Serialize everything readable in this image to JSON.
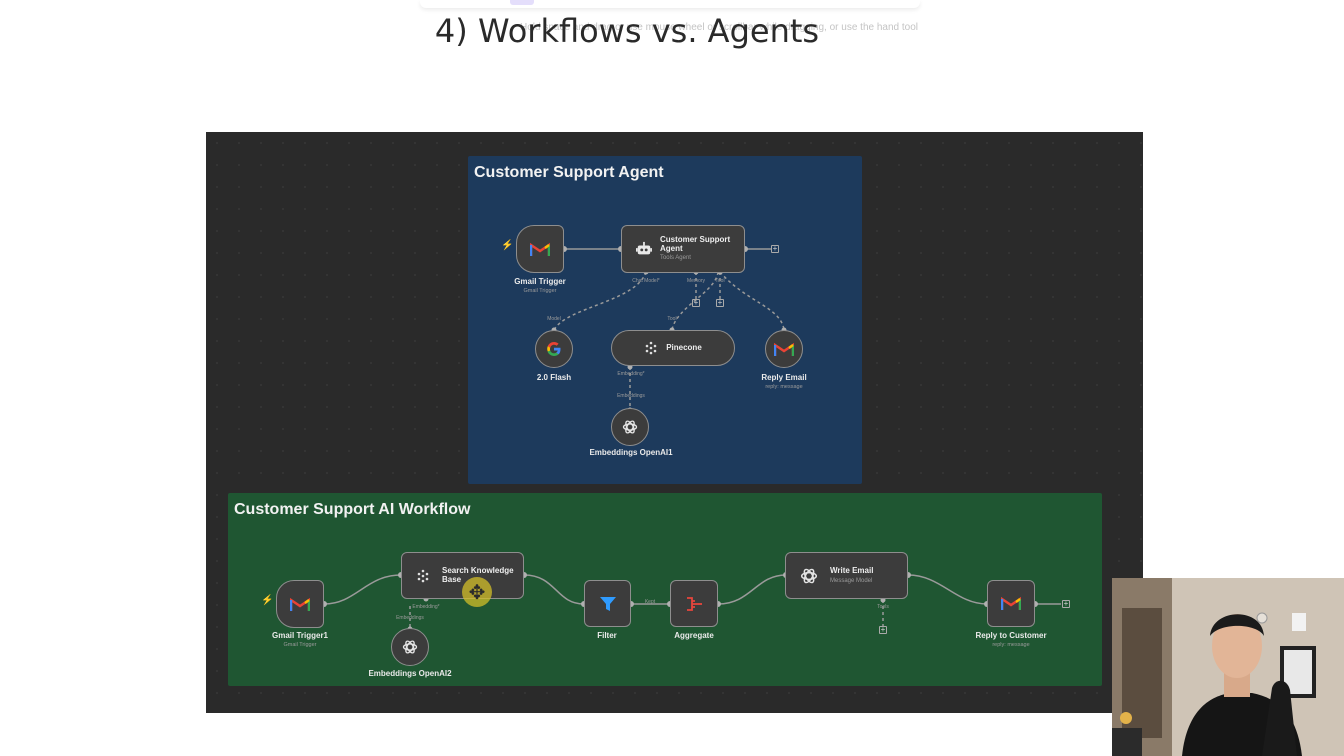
{
  "slide": {
    "title": "4) Workflows vs. Agents",
    "hint": "Hold space and drag or use mouse wheel or scrollbar while dragging, or use the hand tool"
  },
  "agent_group": {
    "title": "Customer Support Agent",
    "color": "#1d3a5c",
    "nodes": {
      "gmail_trigger": {
        "label": "Gmail Trigger",
        "sub": "Gmail Trigger"
      },
      "agent": {
        "title": "Customer Support Agent",
        "sub": "Tools Agent"
      },
      "chat_model_port": "Chat Model*",
      "memory_port": "Memory",
      "tool_port": "Tool",
      "model_tag": "Model",
      "tool_tag": "Tool",
      "flash": {
        "label": "2.0 Flash"
      },
      "pinecone": {
        "title": "Pinecone"
      },
      "embedding_port": "Embedding*",
      "embeddings_tag": "Embeddings",
      "embeddings": {
        "label": "Embeddings OpenAI1"
      },
      "reply_email": {
        "label": "Reply Email",
        "sub": "reply: message"
      }
    }
  },
  "workflow_group": {
    "title": "Customer Support AI Workflow",
    "color": "#1f5632",
    "nodes": {
      "gmail_trigger": {
        "label": "Gmail Trigger1",
        "sub": "Gmail Trigger"
      },
      "search_kb": {
        "title": "Search Knowledge Base"
      },
      "embedding_port": "Embedding*",
      "embeddings_tag": "Embeddings",
      "embeddings": {
        "label": "Embeddings OpenAI2"
      },
      "filter": {
        "label": "Filter"
      },
      "kept_tag": "Kept",
      "aggregate": {
        "label": "Aggregate"
      },
      "write_email": {
        "title": "Write Email",
        "sub": "Message Model"
      },
      "tools_port": "Tools",
      "reply": {
        "label": "Reply to Customer",
        "sub": "reply: message"
      }
    }
  },
  "colors": {
    "canvas": "#2a2a2a",
    "node": "#3c3c3c",
    "wire": "#9a9a9a",
    "trigger_bolt": "#ff5a4a",
    "filter": "#2f9bff",
    "aggregate": "#e8453c",
    "cursor": "#d2be28"
  },
  "icons": {
    "gmail": "gmail-icon",
    "robot": "robot-icon",
    "google": "google-icon",
    "pinecone": "pinecone-icon",
    "openai": "openai-icon",
    "filter": "filter-funnel-icon",
    "aggregate": "aggregate-icon",
    "move_cursor": "move-cursor-icon",
    "plus": "plus-icon"
  }
}
